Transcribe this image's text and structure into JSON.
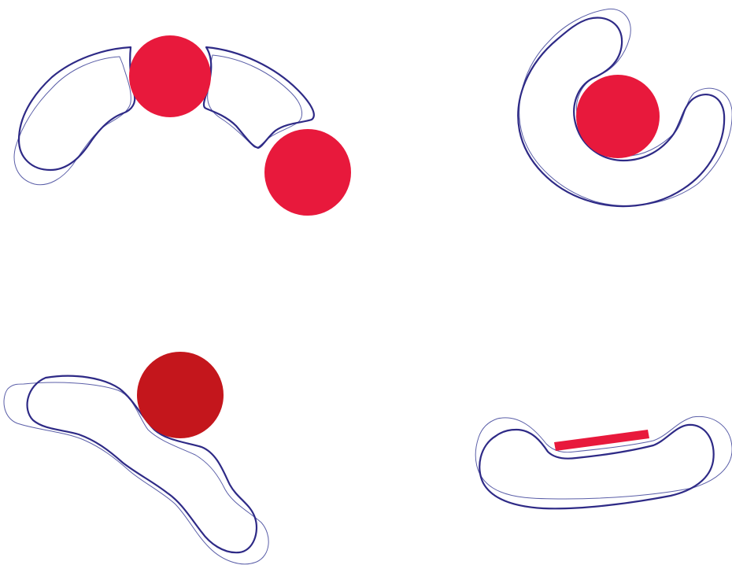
{
  "colors": {
    "background": "#ffffff",
    "outline": "#2e2a86",
    "outline_light": "#5b5fa8",
    "obstacle": "#e8193c",
    "obstacle_dark": "#c4161c"
  },
  "panels": [
    {
      "name": "panel-top-left",
      "obstacles": [
        "circle",
        "circle"
      ],
      "obstacle_color": "obstacle"
    },
    {
      "name": "panel-top-right",
      "obstacles": [
        "circle"
      ],
      "obstacle_color": "obstacle"
    },
    {
      "name": "panel-bottom-left",
      "obstacles": [
        "circle"
      ],
      "obstacle_color": "obstacle_dark"
    },
    {
      "name": "panel-bottom-right",
      "obstacles": [
        "bar"
      ],
      "obstacle_color": "obstacle"
    }
  ]
}
